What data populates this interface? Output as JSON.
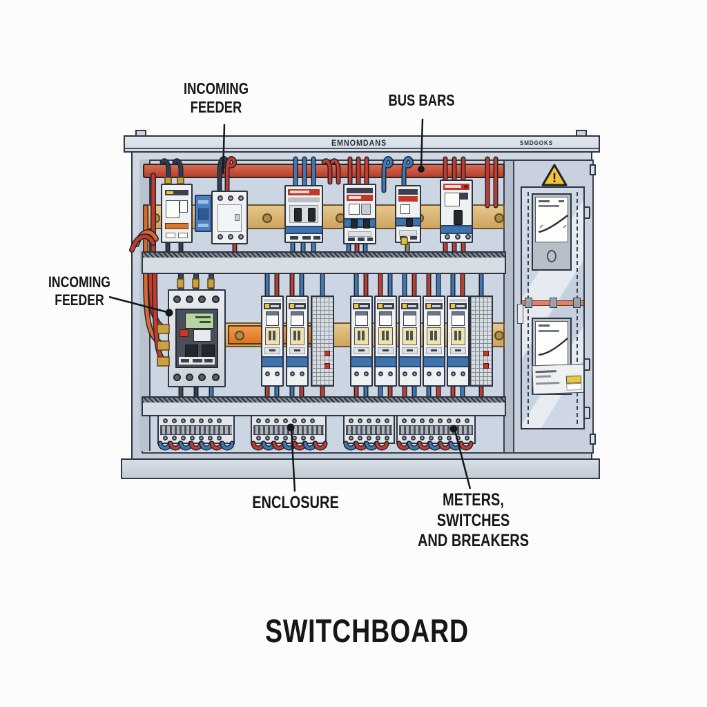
{
  "title": "SWITCHBOARD",
  "callouts": {
    "incoming_feeder_top": "INCOMING\nFEEDER",
    "bus_bars": "BUS BARS",
    "incoming_feeder_left": "INCOMING\nFEEDER",
    "enclosure": "ENCLOSURE",
    "meters_switches_breakers": "METERS, SWITCHES\nAND BREAKERS"
  },
  "panel": {
    "header_label_main": "EMNOMDANS",
    "header_label_right": "SMDGOKS",
    "warning_symbol": "!"
  },
  "colors": {
    "bus_bar_red": "#c0503c",
    "din_rail_tan": "#d9b57a",
    "distribution_bus_orange": "#e8822c",
    "wire_blue": "#3c78b8",
    "wire_red": "#c23b2e",
    "wire_navy": "#2e3d56",
    "wire_orange": "#d96b2f",
    "wire_dark": "#3f4654",
    "wire_olive": "#8a8f3e",
    "enclosure_gray": "#ccd5e0",
    "warning_yellow": "#f0c53a",
    "leader_black": "#161616"
  }
}
